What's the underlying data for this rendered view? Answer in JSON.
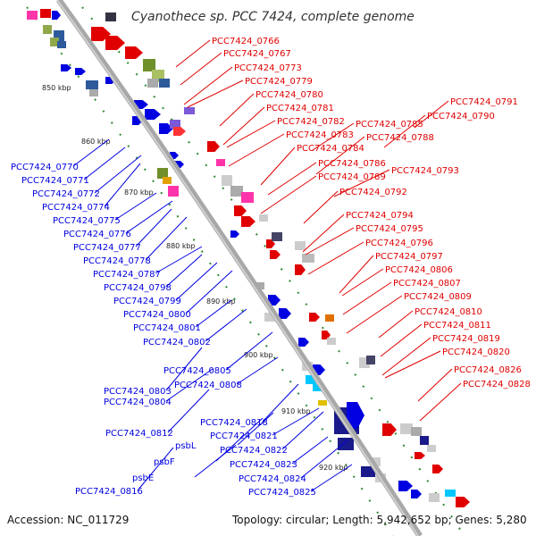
{
  "title": "Cyanothece sp. PCC 7424, complete genome",
  "footer": {
    "accession": "Accession: NC_011729",
    "summary": "Topology: circular; Length: 5,942,652 bp; Genes: 5,280"
  },
  "colors": {
    "backbone": "#a8a8a8",
    "ticks": "#2e8b2e",
    "plus_strand": "#e00000",
    "minus_strand": "#0000e0",
    "rna": "#1a1a8a"
  },
  "kbp_markers": [
    "850 kbp",
    "860 kbp",
    "870 kbp",
    "880 kbp",
    "890 kbp",
    "900 kbp",
    "910 kbp",
    "920 kbp"
  ],
  "right_labels": [
    "PCC7424_0766",
    "PCC7424_0767",
    "PCC7424_0773",
    "PCC7424_0779",
    "PCC7424_0780",
    "PCC7424_0781",
    "PCC7424_0782",
    "PCC7424_0783",
    "PCC7424_0784",
    "PCC7424_0785",
    "PCC7424_0786",
    "PCC7424_0789",
    "PCC7424_0791",
    "PCC7424_0790",
    "PCC7424_0788",
    "PCC7424_0793",
    "PCC7424_0792",
    "PCC7424_0794",
    "PCC7424_0795",
    "PCC7424_0796",
    "PCC7424_0797",
    "PCC7424_0806",
    "PCC7424_0807",
    "PCC7424_0809",
    "PCC7424_0810",
    "PCC7424_0811",
    "PCC7424_0819",
    "PCC7424_0820",
    "PCC7424_0826",
    "PCC7424_0828"
  ],
  "left_labels": [
    "PCC7424_0770",
    "PCC7424_0771",
    "PCC7424_0772",
    "PCC7424_0774",
    "PCC7424_0775",
    "PCC7424_0776",
    "PCC7424_0777",
    "PCC7424_0778",
    "PCC7424_0787",
    "PCC7424_0798",
    "PCC7424_0799",
    "PCC7424_0800",
    "PCC7424_0801",
    "PCC7424_0802",
    "PCC7424_0805",
    "PCC7424_0803",
    "PCC7424_0808",
    "PCC7424_0804",
    "PCC7424_0818",
    "PCC7424_0812",
    "PCC7424_0821",
    "psbL",
    "PCC7424_0822",
    "psbF",
    "PCC7424_0823",
    "psbE",
    "PCC7424_0824",
    "PCC7424_0816",
    "PCC7424_0825"
  ]
}
